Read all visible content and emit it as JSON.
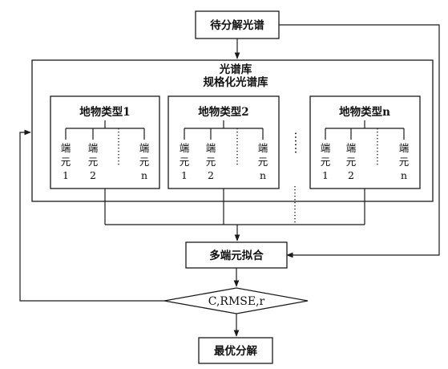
{
  "nodes": {
    "input": "待分解光谱",
    "library_line1": "光谱库",
    "library_line2": "规格化光谱库",
    "class1": "地物类型1",
    "class2": "地物类型2",
    "classn": "地物类型n",
    "fitting": "多端元拟合",
    "decision": "C,RMSE,r",
    "output": "最优分解"
  },
  "endmember": {
    "char1": "端",
    "char2": "元",
    "indices": [
      "1",
      "2",
      "n"
    ]
  },
  "ellipsis": {
    "between_classes": "……"
  }
}
